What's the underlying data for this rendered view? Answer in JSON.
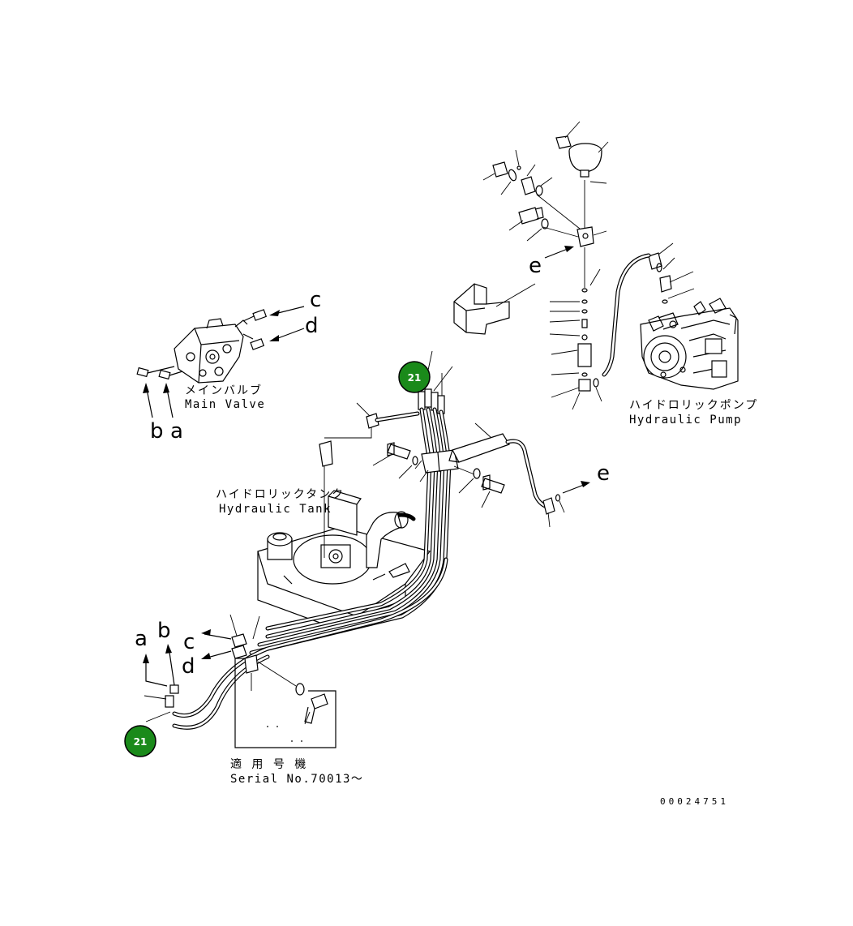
{
  "labels": {
    "main_valve_jp": "メインバルブ",
    "main_valve_en": "Main Valve",
    "hydraulic_tank_jp": "ハイドロリックタンク",
    "hydraulic_tank_en": "Hydraulic Tank",
    "hydraulic_pump_jp": "ハイドロリックポンプ",
    "hydraulic_pump_en": "Hydraulic Pump",
    "serial_jp": "適 用 号 機",
    "serial_en": "Serial No.70013～",
    "drawing_number": "00024751"
  },
  "connection_letters": {
    "valve_c": "c",
    "valve_d": "d",
    "valve_b": "b",
    "valve_a": "a",
    "bracket_e": "e",
    "hose_e": "e",
    "lower_a": "a",
    "lower_b": "b",
    "lower_c": "c",
    "lower_d": "d"
  },
  "callouts": {
    "upper": "21",
    "lower": "21"
  },
  "colors": {
    "callout_fill": "#1a8a1a",
    "line": "#000000",
    "background": "#ffffff"
  }
}
